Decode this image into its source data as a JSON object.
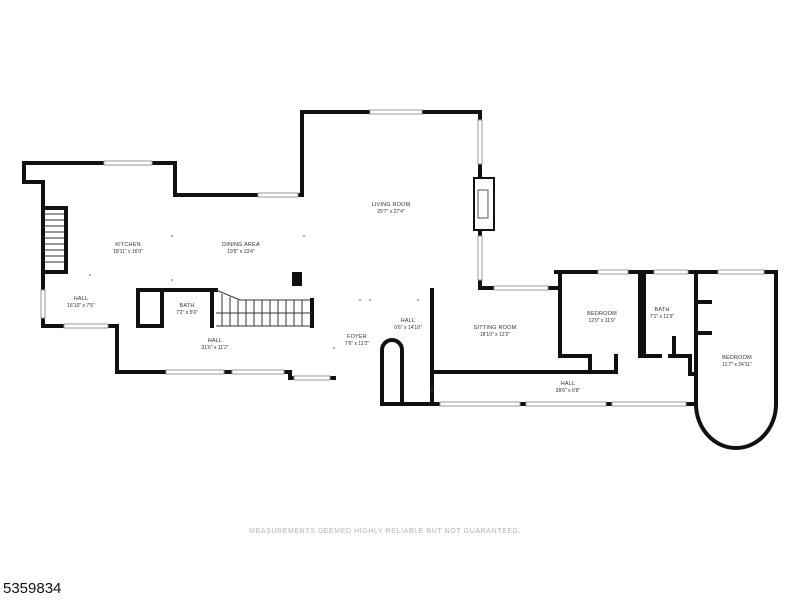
{
  "rooms": [
    {
      "id": "kitchen",
      "name": "KITCHEN",
      "dims": "18'11\" x 16'0\""
    },
    {
      "id": "dining-area",
      "name": "DINING AREA",
      "dims": "19'8\" x 13'4\""
    },
    {
      "id": "living-room",
      "name": "LIVING ROOM",
      "dims": "25'7\" x 27'4\""
    },
    {
      "id": "hall-west",
      "name": "HALL",
      "dims": "16'10\" x 7'5\""
    },
    {
      "id": "bath-1",
      "name": "BATH",
      "dims": "7'2\" x 5'6\""
    },
    {
      "id": "hall-south",
      "name": "HALL",
      "dims": "31'6\" x 11'2\""
    },
    {
      "id": "foyer",
      "name": "FOYER",
      "dims": "7'6\" x 11'2\""
    },
    {
      "id": "hall-center",
      "name": "HALL",
      "dims": "6'6\" x 14'10\""
    },
    {
      "id": "sitting-room",
      "name": "SITTING ROOM",
      "dims": "18'10\" x 12'2\""
    },
    {
      "id": "bedroom-1",
      "name": "BEDROOM",
      "dims": "12'0\" x 11'9\""
    },
    {
      "id": "bath-2",
      "name": "BATH",
      "dims": "7'1\" x 11'9\""
    },
    {
      "id": "bedroom-2",
      "name": "BEDROOM",
      "dims": "11'7\" x 24'11\""
    },
    {
      "id": "hall-east",
      "name": "HALL",
      "dims": "38'6\" x 6'8\""
    }
  ],
  "disclaimer": "MEASUREMENTS DEEMED HIGHLY RELIABLE BUT NOT GUARANTEED.",
  "listing_id": "5359834",
  "colors": {
    "wall": "#111111",
    "disclaimer": "#b5b5b5"
  }
}
